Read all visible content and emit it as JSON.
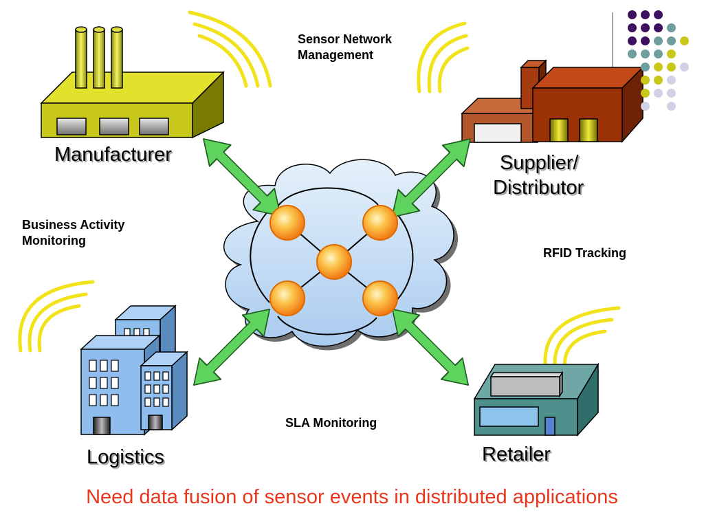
{
  "labels": {
    "manufacturer": "Manufacturer",
    "supplier_line1": "Supplier/",
    "supplier_line2": "Distributor",
    "logistics": "Logistics",
    "retailer": "Retailer"
  },
  "annotations": {
    "sensor_network": "Sensor Network\nManagement",
    "business_activity": "Business Activity\nMonitoring",
    "rfid_tracking": "RFID Tracking",
    "sla_monitoring": "SLA Monitoring"
  },
  "footer": "Need data fusion of sensor events in distributed applications",
  "colors": {
    "footer_text": "#e8361c",
    "arrow_fill": "#5ed35e",
    "node_fill": "#f99a2a",
    "cloud_fill": "#c6def5",
    "signal_waves": "#f2e21a",
    "dot_purple": "#3e1160",
    "dot_teal": "#6e9e9e",
    "dot_yellow": "#c9c81a",
    "dot_lavender": "#d2d2e6"
  },
  "icons": {
    "manufacturer": "factory-icon",
    "supplier": "warehouse-icon",
    "logistics": "office-buildings-icon",
    "retailer": "store-icon",
    "network": "sensor-cloud-icon"
  }
}
